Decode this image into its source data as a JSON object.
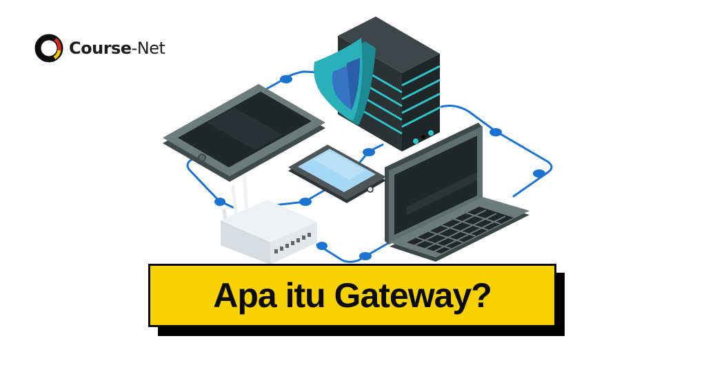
{
  "brand": {
    "name_bold": "Course",
    "name_regular": "-Net",
    "logo_colors": {
      "ring": "#0d0d0d",
      "red": "#d72a1e",
      "yellow": "#f5c400"
    }
  },
  "banner": {
    "title": "Apa itu Gateway?",
    "background": "#f7d200",
    "shadow": "#000000"
  },
  "illustration": {
    "items": [
      {
        "name": "server-icon",
        "label": "Server"
      },
      {
        "name": "shield-icon",
        "label": "Security shield"
      },
      {
        "name": "tablet-icon",
        "label": "Tablet"
      },
      {
        "name": "smartphone-icon",
        "label": "Smartphone"
      },
      {
        "name": "laptop-icon",
        "label": "Laptop"
      },
      {
        "name": "router-icon",
        "label": "Wireless router"
      }
    ],
    "colors": {
      "network_line": "#1a73d0",
      "device_body": "#5e6e6c",
      "device_dark": "#222a2c",
      "server_accent": "#2fc4c9",
      "shield_outer": "#27a9b3",
      "shield_inner": "#3575c3",
      "phone_screen": "#9fd3f3",
      "router_body": "#e8ecef"
    }
  }
}
